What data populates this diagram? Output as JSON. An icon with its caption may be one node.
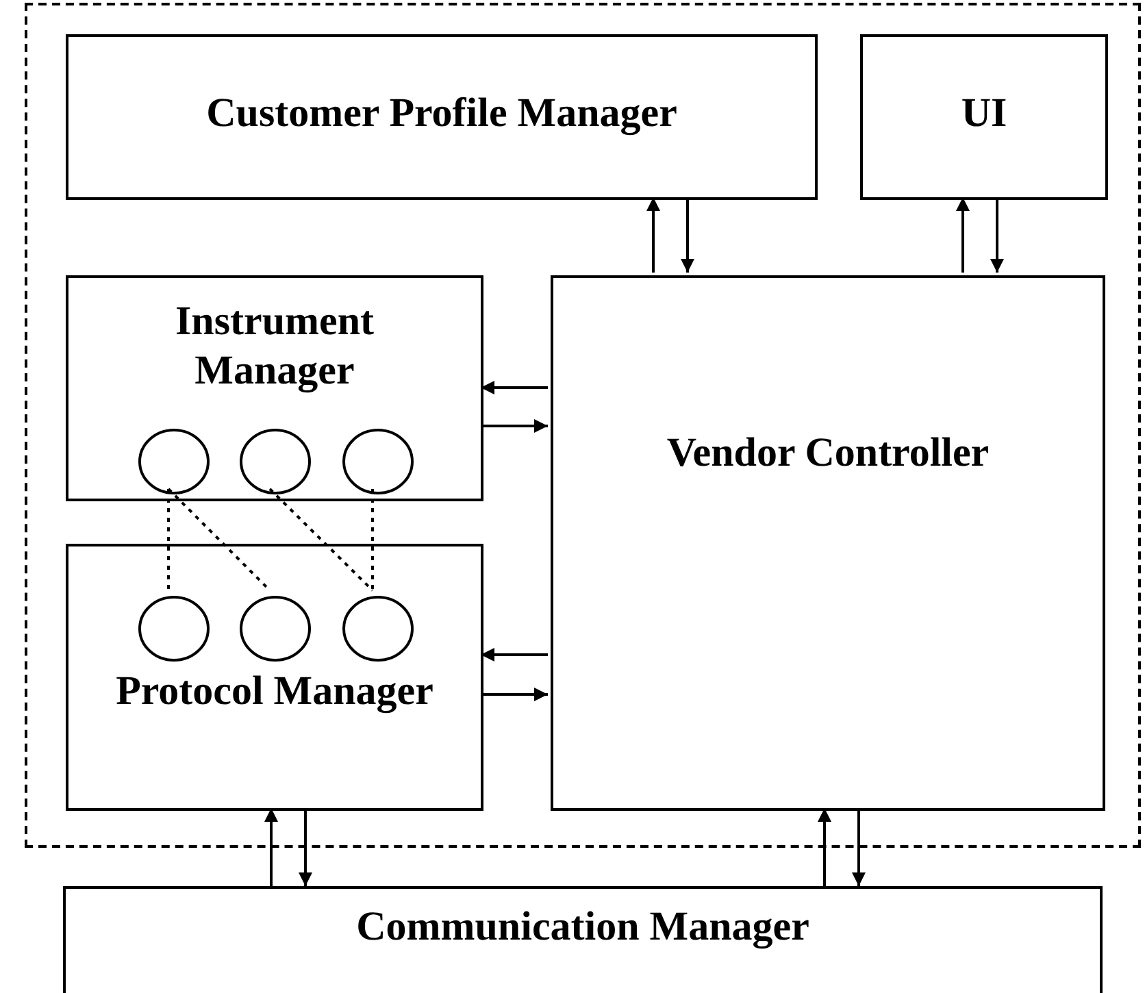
{
  "diagram": {
    "nodes": [
      {
        "text": [],
        "shape": "box"
      },
      {
        "text": [
          "Customer Profile Manager"
        ],
        "in": 0
      },
      {
        "text": [
          "UI"
        ],
        "in": 0
      },
      {
        "text": [
          "Instrument Manager"
        ],
        "in": 0
      },
      {
        "text": [],
        "shape": "circle",
        "in": 3
      },
      {
        "text": [],
        "shape": "circle",
        "in": 3
      },
      {
        "text": [],
        "shape": "circle",
        "in": 3
      },
      {
        "text": [
          "Vendor Controller"
        ],
        "in": 0
      },
      {
        "text": [
          "Protocol Manager"
        ],
        "in": 0
      },
      {
        "text": [],
        "shape": "circle",
        "in": 8
      },
      {
        "text": [],
        "shape": "circle",
        "in": 8
      },
      {
        "text": [],
        "shape": "circle",
        "in": 8
      },
      {
        "text": [
          "Communication Manager"
        ]
      }
    ],
    "edges": [
      {
        "from": 7,
        "to": 1,
        "arrow": "to"
      },
      {
        "from": 1,
        "to": 7,
        "arrow": "to"
      },
      {
        "from": 7,
        "to": 2,
        "arrow": "to"
      },
      {
        "from": 2,
        "to": 7,
        "arrow": "to"
      },
      {
        "from": 7,
        "to": 3,
        "arrow": "to"
      },
      {
        "from": 3,
        "to": 7,
        "arrow": "to"
      },
      {
        "from": 7,
        "to": 8,
        "arrow": "to"
      },
      {
        "from": 8,
        "to": 7,
        "arrow": "to"
      },
      {
        "from": 12,
        "to": 8,
        "arrow": "to"
      },
      {
        "from": 8,
        "to": 12,
        "arrow": "to"
      },
      {
        "from": 12,
        "to": 7,
        "arrow": "to"
      },
      {
        "from": 7,
        "to": 12,
        "arrow": "to"
      },
      {
        "from": 4,
        "to": 9,
        "arrow": "none",
        "style": "dashed"
      },
      {
        "from": 4,
        "to": 10,
        "arrow": "none",
        "style": "dashed"
      },
      {
        "from": 5,
        "to": 11,
        "arrow": "none",
        "style": "dashed"
      },
      {
        "from": 6,
        "to": 11,
        "arrow": "none",
        "style": "dashed"
      }
    ]
  }
}
